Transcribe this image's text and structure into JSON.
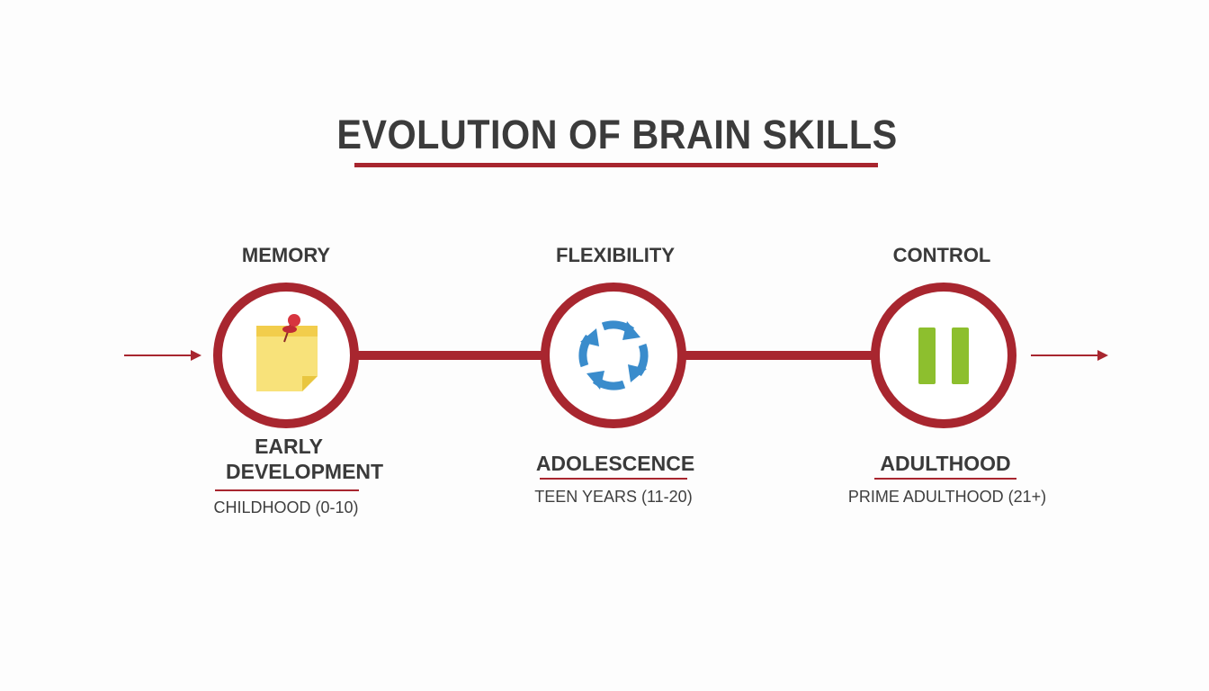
{
  "title": "EVOLUTION OF BRAIN SKILLS",
  "colors": {
    "accent": "#a8262f",
    "text": "#3a3a3a",
    "note_yellow": "#f8e27a",
    "pin_red": "#d7353f",
    "cycle_blue": "#3a8ccc",
    "pause_green": "#8dbf2e"
  },
  "stages": [
    {
      "skill": "MEMORY",
      "icon": "sticky-note-icon",
      "stage": "EARLY DEVELOPMENT",
      "period": "CHILDHOOD (0-10)"
    },
    {
      "skill": "FLEXIBILITY",
      "icon": "cycle-arrows-icon",
      "stage": "ADOLESCENCE",
      "period": "TEEN YEARS (11-20)"
    },
    {
      "skill": "CONTROL",
      "icon": "pause-icon",
      "stage": "ADULTHOOD",
      "period": "PRIME ADULTHOOD (21+)"
    }
  ]
}
